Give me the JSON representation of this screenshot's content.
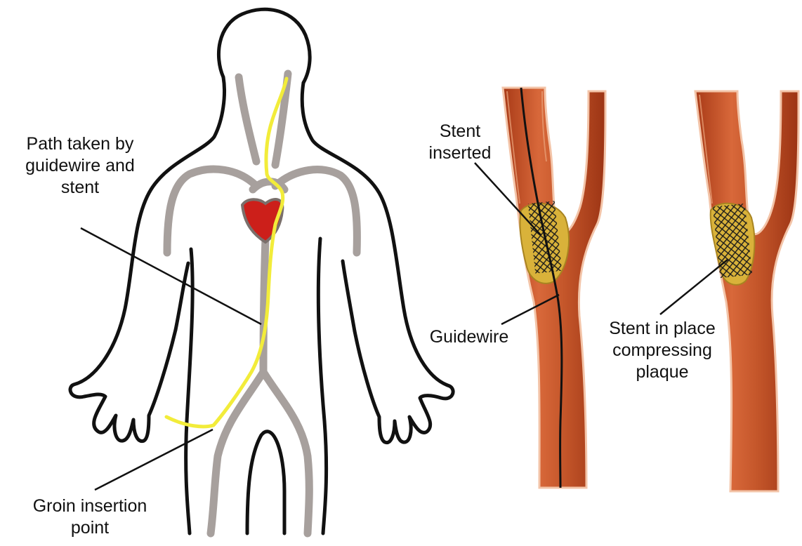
{
  "labels": {
    "path": [
      "Path taken by",
      "guidewire and",
      "stent"
    ],
    "groin": [
      "Groin insertion",
      "point"
    ],
    "stent_inserted": [
      "Stent",
      "inserted"
    ],
    "guidewire": [
      "Guidewire"
    ],
    "stent_in_place": [
      "Stent in place",
      "compressing",
      "plaque"
    ]
  },
  "colors": {
    "outline": "#111111",
    "vessel_path": "#a7a09d",
    "guidewire": "#f2ec3a",
    "heart": "#cc1f1a",
    "artery": "#c4562a",
    "artery_inner": "#b84720",
    "artery_highlight": "#e9a27a",
    "artery_wall": "#f3c4a8",
    "plaque": "#d9b23a",
    "stent": "#1a1a1a",
    "leader_line": "#111111"
  }
}
